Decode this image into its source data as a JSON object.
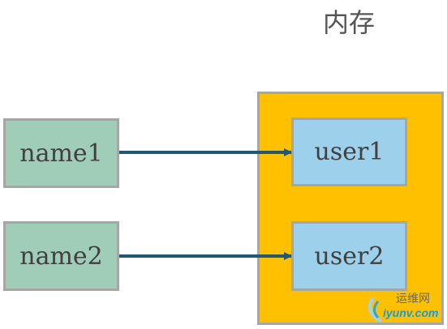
{
  "title": "内存",
  "variables": [
    {
      "label": "name1"
    },
    {
      "label": "name2"
    }
  ],
  "objects": [
    {
      "label": "user1"
    },
    {
      "label": "user2"
    }
  ],
  "colors": {
    "memory_fill": "#ffc000",
    "variable_fill": "#9fcdb8",
    "object_fill": "#9dd0ea",
    "border": "#a6a6a6",
    "arrow": "#215a6e"
  },
  "watermark": {
    "cn": "运维网",
    "en": "iyunv.com"
  }
}
